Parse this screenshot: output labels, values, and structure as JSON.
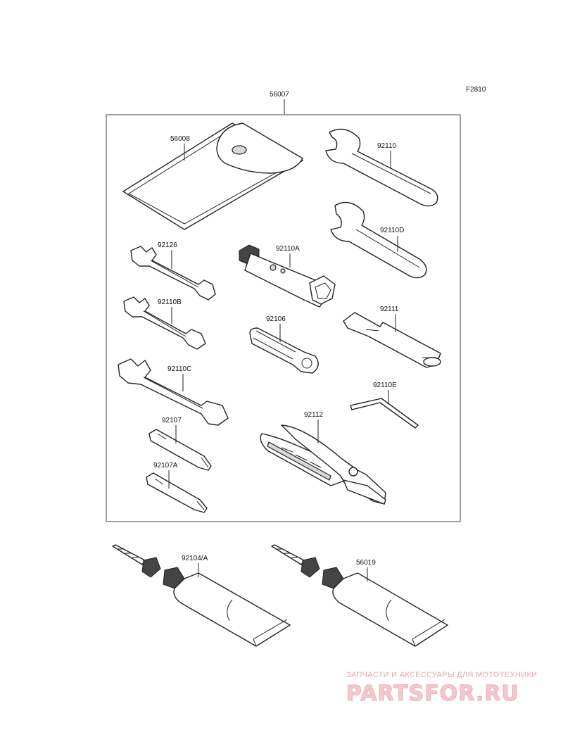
{
  "diagram": {
    "figure_code": "F2810",
    "labels": {
      "p56007": "56007",
      "p56008": "56008",
      "p92110": "92110",
      "p92110D": "92110D",
      "p92126": "92126",
      "p92110A": "92110A",
      "p92110B": "92110B",
      "p92106": "92106",
      "p92111": "92111",
      "p92110C": "92110C",
      "p92110E": "92110E",
      "p92107": "92107",
      "p92112": "92112",
      "p92107A": "92107A",
      "p92104A": "92104/A",
      "p56019": "56019"
    }
  },
  "watermark": {
    "tagline": "ЗАПЧАСТИ И АКСЕССУАРЫ ДЛЯ МОТОТЕХНИКИ",
    "logo": "PARTSFOR.RU"
  }
}
